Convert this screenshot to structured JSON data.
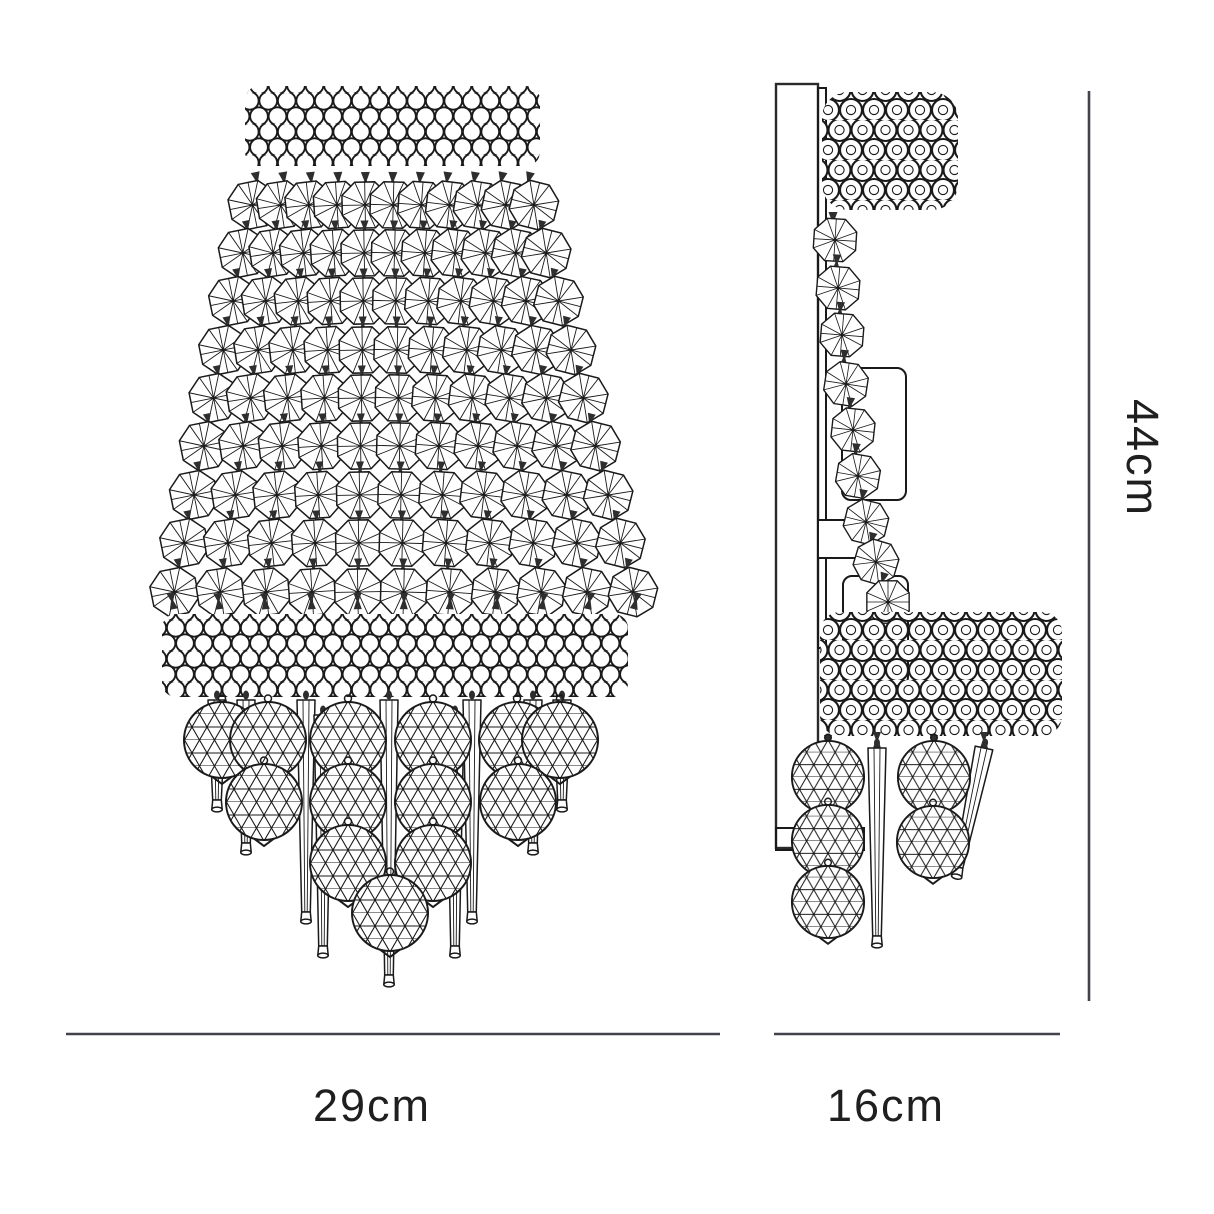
{
  "dimensions": {
    "front_width": "29cm",
    "side_depth": "16cm",
    "height": "44cm"
  },
  "colors": {
    "background": "#ffffff",
    "line_art": "#1a1a1a",
    "dimension_line": "#43434d",
    "label_text": "#1f1f1f"
  }
}
